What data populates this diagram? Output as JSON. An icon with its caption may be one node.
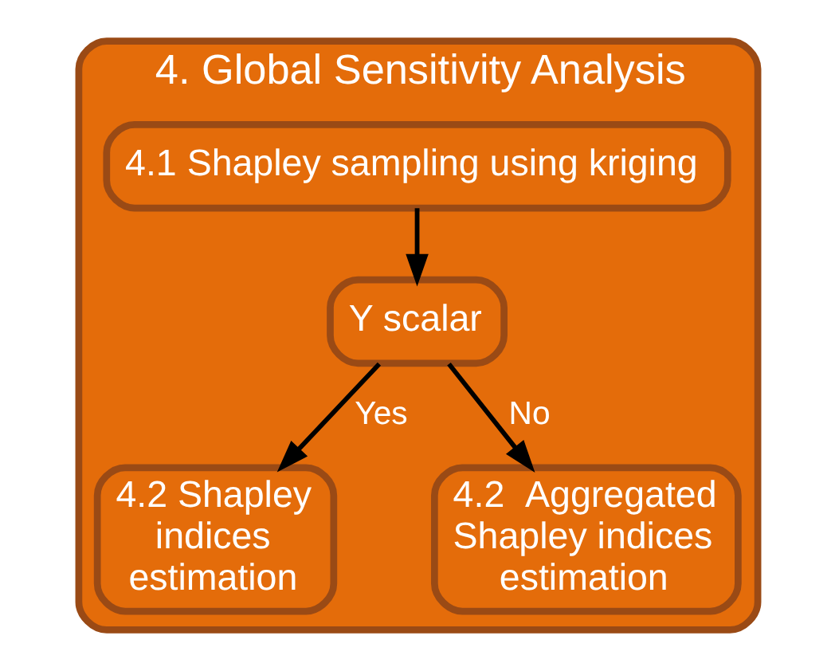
{
  "diagram": {
    "nodes": [
      {
        "text": [
          "4. Global Sensitivity Analysis"
        ]
      },
      {
        "text": [
          "4.1 Shapley sampling using kriging"
        ],
        "in": 0
      },
      {
        "text": [
          "Y scalar"
        ],
        "in": 0
      },
      {
        "text": [
          "4.2 Shapley indices estimation"
        ],
        "in": 0
      },
      {
        "text": [
          "4.2  Aggregated Shapley indices estimation"
        ],
        "in": 0
      }
    ],
    "edges": [
      {
        "from": 1,
        "to": 2,
        "arrow": "to"
      },
      {
        "from": 2,
        "to": 3,
        "label": "Yes",
        "arrow": "to"
      },
      {
        "from": 2,
        "to": 4,
        "label": "No",
        "arrow": "to"
      }
    ]
  }
}
